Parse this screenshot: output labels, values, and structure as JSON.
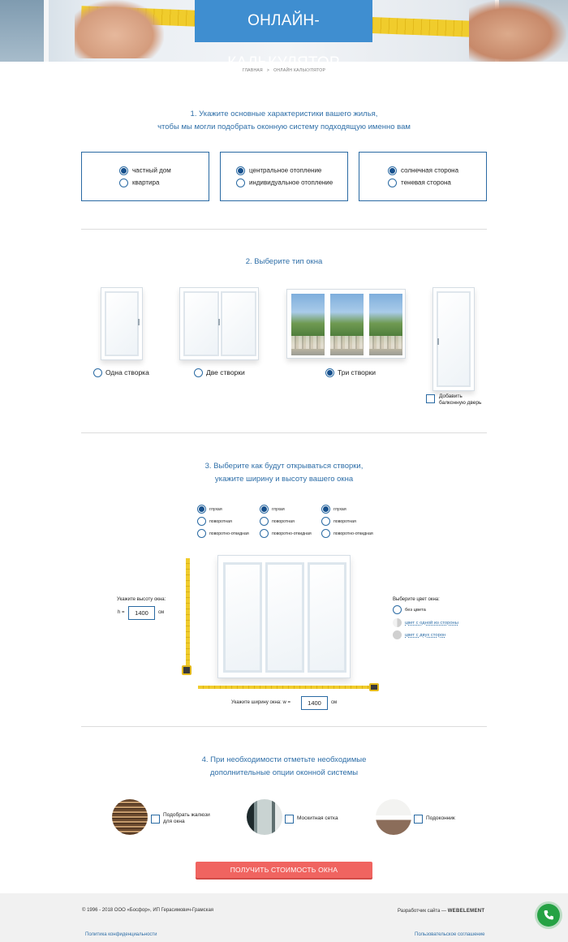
{
  "hero": {
    "title": "ОНЛАЙН-КАЛЬКУЛЯТОР"
  },
  "breadcrumb": {
    "home": "ГЛАВНАЯ",
    "separator": ">",
    "current": "ОНЛАЙН КАЛЬКУЛЯТОР"
  },
  "step1": {
    "title_line1": "1. Укажите основные характеристики вашего жилья,",
    "title_line2": "чтобы мы могли подобрать оконную систему подходящую именно вам",
    "groups": [
      {
        "options": [
          {
            "label": "частный дом",
            "selected": true
          },
          {
            "label": "квартира",
            "selected": false
          }
        ]
      },
      {
        "options": [
          {
            "label": "центральное отопление",
            "selected": true
          },
          {
            "label": "индивидуальное отопление",
            "selected": false
          }
        ]
      },
      {
        "options": [
          {
            "label": "солнечная сторона",
            "selected": true
          },
          {
            "label": "теневая сторона",
            "selected": false
          }
        ]
      }
    ]
  },
  "step2": {
    "title": "2. Выберите тип окна",
    "types": [
      {
        "label": "Одна створка",
        "selected": false
      },
      {
        "label": "Две створки",
        "selected": false
      },
      {
        "label": "Три створки",
        "selected": true
      }
    ],
    "balcony_label_line1": "Добавить",
    "balcony_label_line2": "балконную дверь",
    "balcony_checked": false
  },
  "step3": {
    "title_line1": "3. Выберите как будут открываться створки,",
    "title_line2": "укажите ширину и высоту вашего окна",
    "sashes": [
      {
        "options": [
          {
            "label": "глухая",
            "selected": true
          },
          {
            "label": "поворотная",
            "selected": false
          },
          {
            "label": "поворотно-откидная",
            "selected": false
          }
        ]
      },
      {
        "options": [
          {
            "label": "глухая",
            "selected": true
          },
          {
            "label": "поворотная",
            "selected": false
          },
          {
            "label": "поворотно-откидная",
            "selected": false
          }
        ]
      },
      {
        "options": [
          {
            "label": "глухая",
            "selected": true
          },
          {
            "label": "поворотная",
            "selected": false
          },
          {
            "label": "поворотно-откидная",
            "selected": false
          }
        ]
      }
    ],
    "height_label": "Укажите высоту окна:",
    "height_prefix": "h =",
    "height_value": "1400",
    "width_label": "Укажите ширину окна:",
    "width_prefix": "w =",
    "width_value": "1400",
    "unit": "см",
    "color_title": "Выберите цвет окна:",
    "colors": [
      {
        "label": "без цвета",
        "selected": false
      },
      {
        "label": "цвет с одной из стороны"
      },
      {
        "label": "цвет с двух сторон"
      }
    ]
  },
  "step4": {
    "title_line1": "4. При необходимости отметьте необходимые",
    "title_line2": "дополнительные опции оконной системы",
    "options": [
      {
        "label_line1": "Подобрать жалюзи",
        "label_line2": "для окна",
        "checked": false
      },
      {
        "label_line1": "Москитная сетка",
        "label_line2": "",
        "checked": false
      },
      {
        "label_line1": "Подоконник",
        "label_line2": "",
        "checked": false
      }
    ]
  },
  "cta": {
    "label": "ПОЛУЧИТЬ СТОИМОСТЬ ОКНА"
  },
  "footer": {
    "copyright": "© 1996 - 2018 ООО «Босфор», ИП Герасимович-Грамская",
    "developer_prefix": "Разработчик сайта —",
    "developer_name": "WEBELEMENT",
    "privacy_link": "Политика конфиденциальности",
    "agreement_link": "Пользовательское соглашение"
  },
  "colors": {
    "accent": "#3f8ed0",
    "radio": "#16508d",
    "heading": "#2f6fa8",
    "cta": "#f06460",
    "phone": "#25a244"
  }
}
